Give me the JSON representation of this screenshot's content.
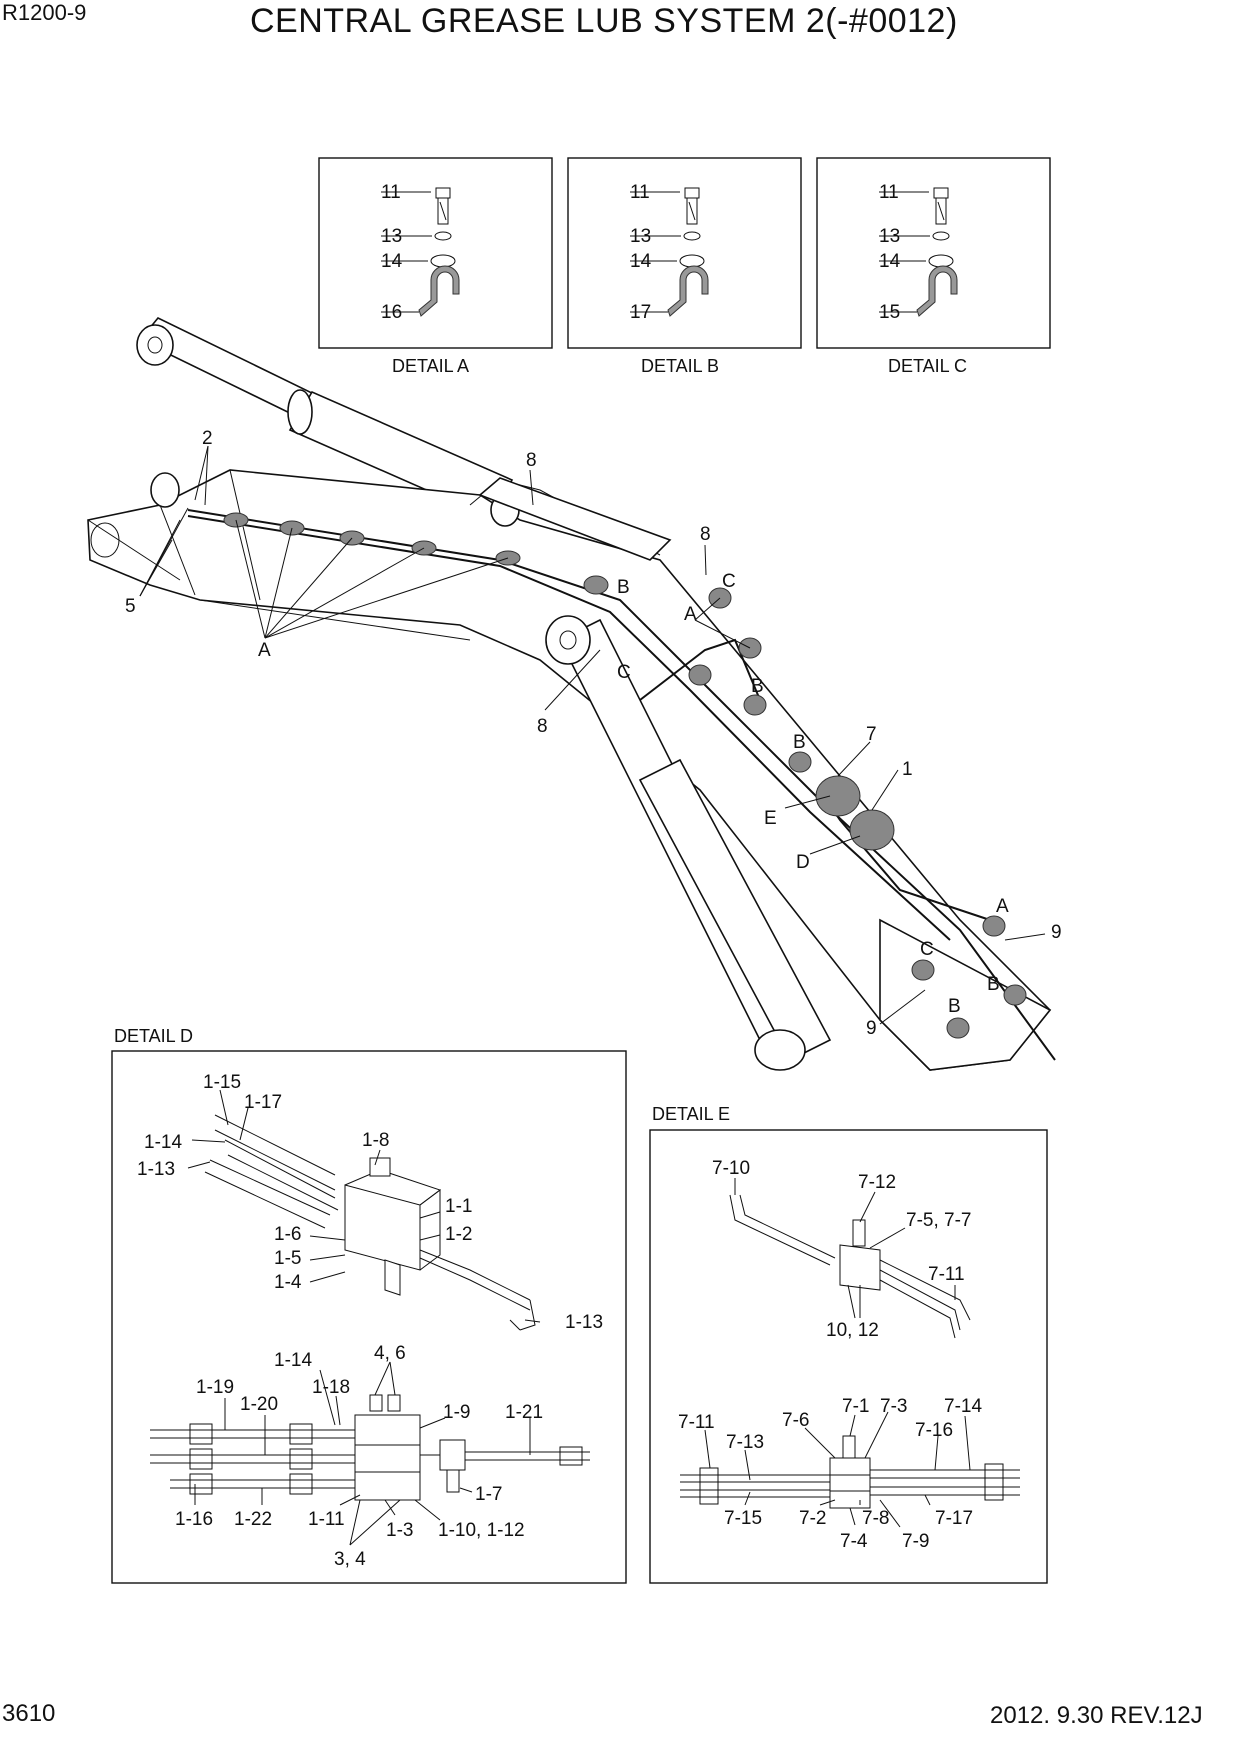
{
  "header": {
    "model": "R1200-9",
    "title": "CENTRAL GREASE LUB SYSTEM 2(-#0012)"
  },
  "footer": {
    "page_number": "3610",
    "revision": "2012. 9.30  REV.12J"
  },
  "details_top": [
    {
      "caption": "DETAIL A",
      "parts": [
        "11",
        "13",
        "14",
        "16"
      ]
    },
    {
      "caption": "DETAIL B",
      "parts": [
        "11",
        "13",
        "14",
        "17"
      ]
    },
    {
      "caption": "DETAIL C",
      "parts": [
        "11",
        "13",
        "14",
        "15"
      ]
    }
  ],
  "main_labels": {
    "a": "A",
    "b": "B",
    "c": "C",
    "d": "D",
    "e": "E",
    "n1": "1",
    "n2": "2",
    "n5": "5",
    "n7": "7",
    "n8": "8",
    "n9": "9"
  },
  "detail_d": {
    "caption": "DETAIL D",
    "labels": [
      "1-15",
      "1-17",
      "1-14",
      "1-13",
      "1-8",
      "1-1",
      "1-2",
      "1-6",
      "1-5",
      "1-4",
      "1-13",
      "4, 6",
      "1-14",
      "1-19",
      "1-18",
      "1-20",
      "1-9",
      "1-21",
      "1-7",
      "1-16",
      "1-22",
      "1-11",
      "1-3",
      "1-10, 1-12",
      "3, 4"
    ]
  },
  "detail_e": {
    "caption": "DETAIL E",
    "labels": [
      "7-10",
      "7-12",
      "7-5, 7-7",
      "7-11",
      "10, 12",
      "7-1",
      "7-6",
      "7-3",
      "7-14",
      "7-11",
      "7-16",
      "7-13",
      "7-15",
      "7-2",
      "7-8",
      "7-17",
      "7-4",
      "7-9"
    ]
  }
}
